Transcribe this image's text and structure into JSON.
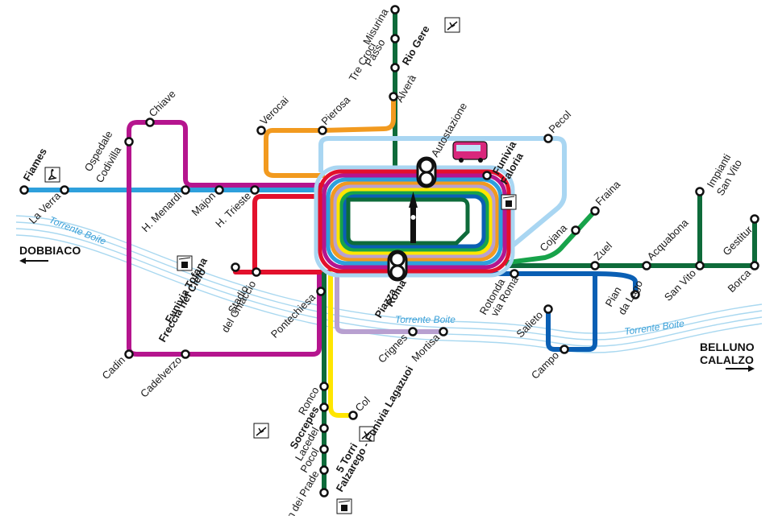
{
  "colors": {
    "river": "#a9d8f0",
    "green_dark": "#0e6b3a",
    "green": "#17a34a",
    "blue": "#0a5fb4",
    "light_blue": "#2ea0dc",
    "sky": "#a9d6f2",
    "magenta": "#b5158e",
    "orange": "#f29a1f",
    "red": "#e3112c",
    "yellow": "#ffe600",
    "lilac": "#b8a0d0",
    "brown": "#c98a3c",
    "pink": "#e85fa0"
  },
  "rivers": [
    "Torrente Boite",
    "Torrente Boite",
    "Torrente Boite"
  ],
  "directions": {
    "west": "DOBBIACO",
    "east_1": "BELLUNO",
    "east_2": "CALALZO"
  },
  "stops": {
    "misurina": "Misurina",
    "passo": "Passo",
    "tre_croci": "Tre Croci",
    "rio_gere": "Rio Gere",
    "alvera": "Alverà",
    "verocai": "Verocai",
    "pierosa": "Pierosa",
    "chiave": "Chiave",
    "ospedale": "Ospedale",
    "codivilla": "Codivilla",
    "fiames": "Fiames",
    "la_verra": "La Verra",
    "h_menardi": "H. Menardi",
    "majon": "Majon",
    "h_trieste": "H. Trieste",
    "autostazione": "Autostazione",
    "pecol": "Pecol",
    "funivia_faloria_1": "Funivia",
    "funivia_faloria_2": "Faloria",
    "cojana": "Cojana",
    "fraina": "Fraina",
    "impianti": "Impianti",
    "san_vito_top": "San Vito",
    "acquabona": "Acquabona",
    "gestitur": "Gestitur",
    "zuel": "Zuel",
    "pian_da_lago_1": "Pian",
    "pian_da_lago_2": "da Lago",
    "san_vito": "San Vito",
    "borca": "Borca",
    "rotonda": "Rotonda",
    "via_roma": "via Roma",
    "salieto": "Salieto",
    "campo": "Campo",
    "piazza_roma_1": "Piazza",
    "piazza_roma_2": "Roma",
    "crignes": "Crignes",
    "mortisa": "Mortisa",
    "funivia_tofana": "Funivia Tofana",
    "freccia": "Freccia nel Cielo",
    "stadio_1": "Stadio",
    "stadio_2": "del Ghiaccio",
    "pontechiesa": "Pontechiesa",
    "cadin": "Cadin",
    "cadelverzo": "Cadelverzo",
    "ronco": "Ronco",
    "socrepes": "Socrepes",
    "lacedel": "Lacedel",
    "col": "Col",
    "pocol": "Pocol",
    "son_dei_prade": "Son dei Prade",
    "cinque_torri": "5 Torri",
    "falzarego": "Falzarego - Funivia Lagazuoi"
  },
  "icons": [
    "ski-lift-icon",
    "cable-car-icon",
    "cross-country-ski-icon",
    "bus-icon",
    "bell-tower-icon"
  ]
}
